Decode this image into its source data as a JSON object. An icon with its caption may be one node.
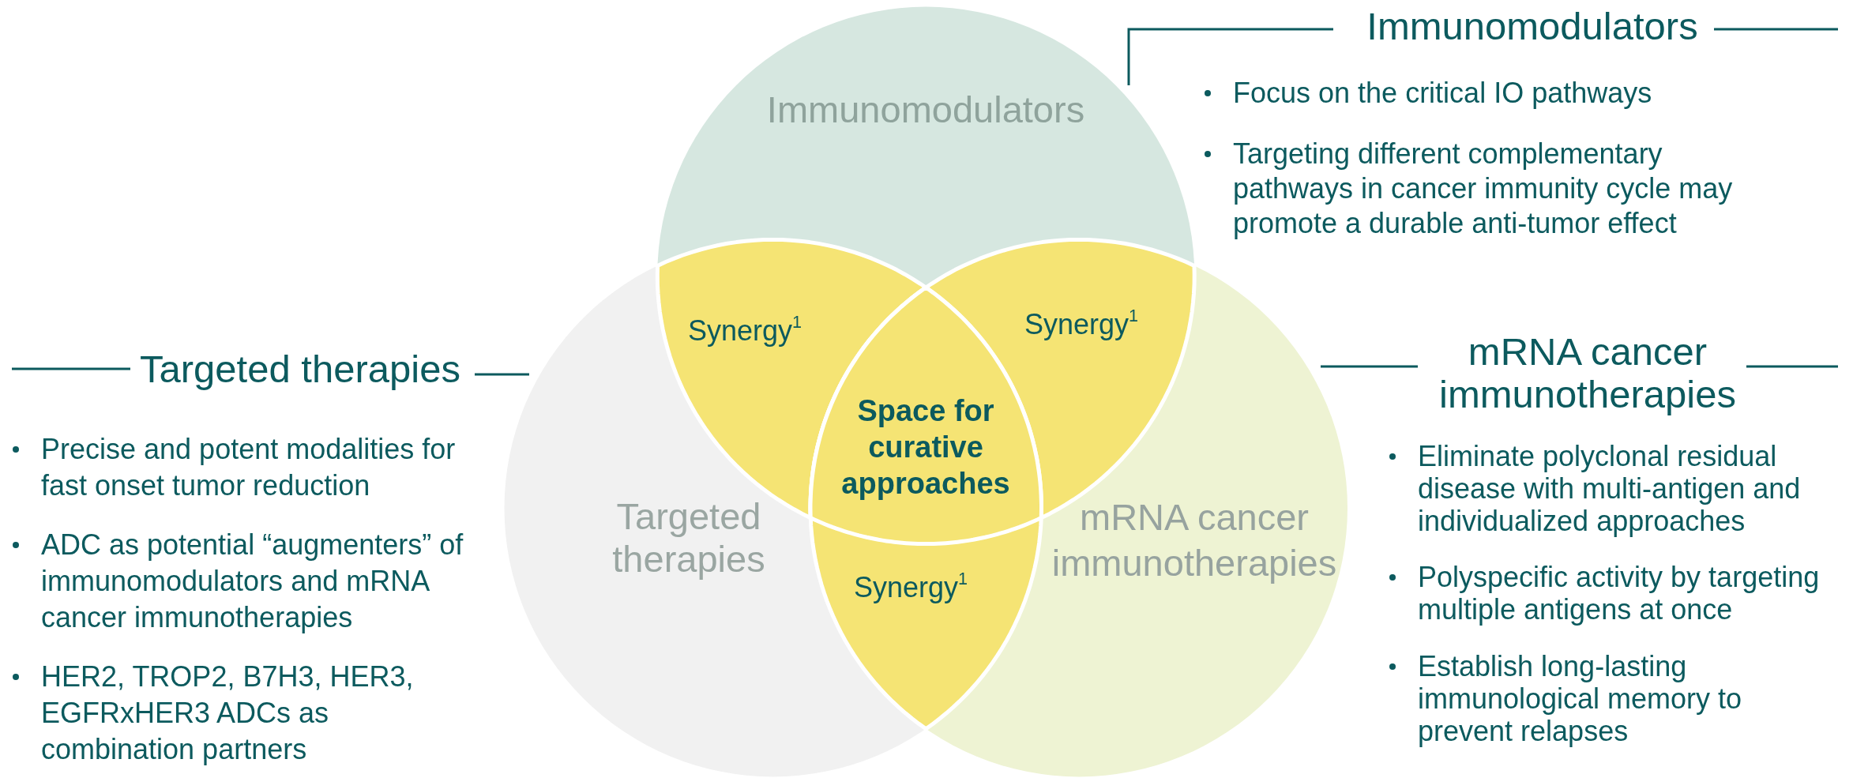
{
  "diagram": {
    "nodes": [
      {
        "text": [
          "Immunomodulators"
        ]
      },
      {
        "text": [
          "Targeted therapies"
        ]
      },
      {
        "text": [
          "mRNA cancer immunotherapies"
        ]
      },
      {
        "text": [
          "Synergy$^{1}$"
        ]
      },
      {
        "text": [
          "Synergy$^{1}$"
        ]
      },
      {
        "text": [
          "Space for curative approaches"
        ]
      },
      {
        "text": [
          "Synergy$^{1}$"
        ]
      }
    ],
    "labels": [
      "Immunomodulators",
      "Focus on the critical IO pathways",
      "Targeting different complementary pathways in cancer immunity cycle may promote a durable anti-tumor effect",
      "Targeted therapies",
      "Precise and potent modalities for fast onset tumor reduction",
      "ADC as potential “augmenters” of immunomodulators and mRNA cancer immunotherapies",
      "HER2, TROP2, B7H3, HER3, EGFRxHER3 ADCs as combination partners",
      "mRNA cancer immunotherapies",
      "Eliminate polyclonal residual disease with multi-antigen and individualized approaches",
      "Polyspecific activity by targeting multiple antigens at once",
      "Establish long-lasting immunological memory to prevent relapses"
    ]
  }
}
